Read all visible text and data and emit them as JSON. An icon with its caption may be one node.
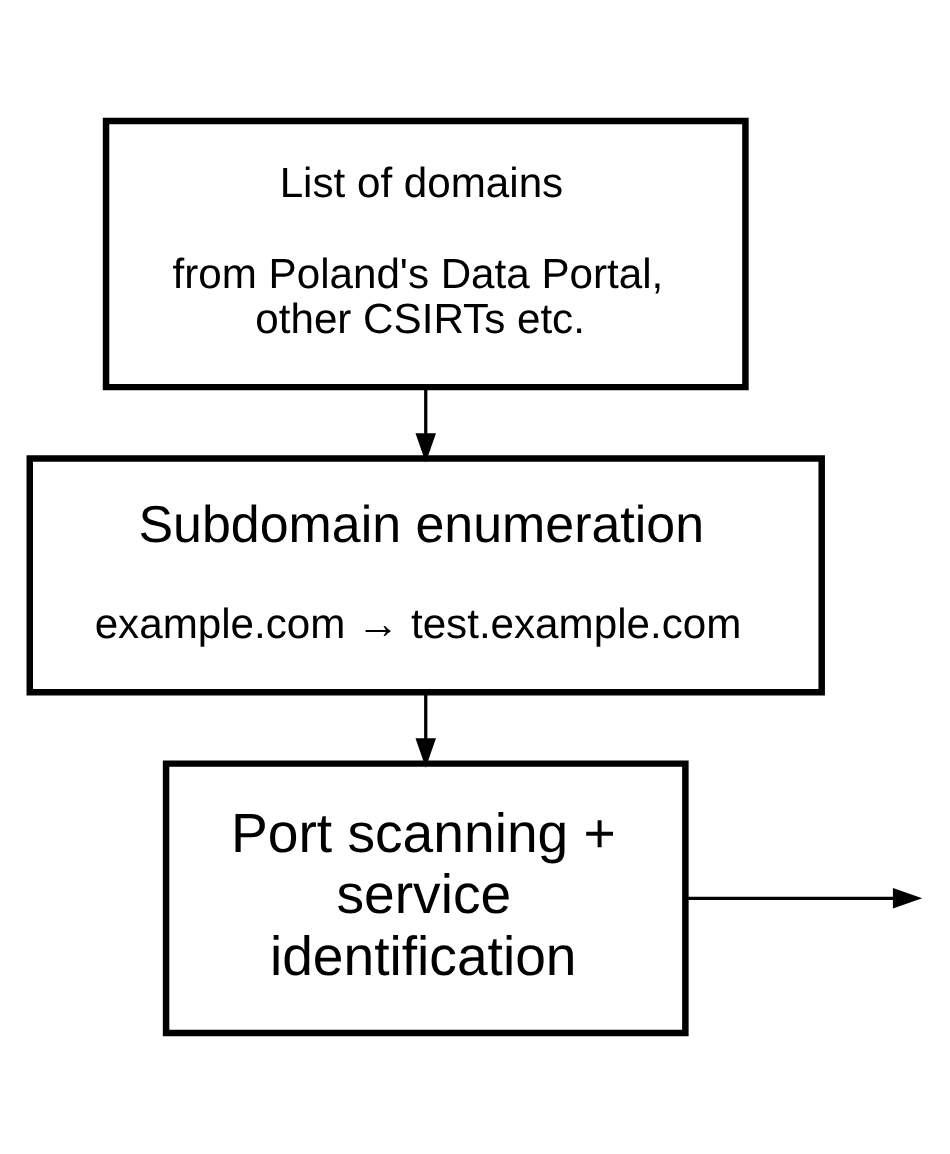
{
  "diagram": {
    "nodes": [
      {
        "text": [
          "List of domains",
          "from Poland's Data Portal, other CSIRTs etc."
        ]
      },
      {
        "text": [
          "Subdomain enumeration",
          "example.com → test.example.com"
        ]
      },
      {
        "text": [
          "Port scanning + service identification"
        ]
      }
    ],
    "edges": [
      {
        "from": 0,
        "to": 1,
        "arrow": "to"
      },
      {
        "from": 1,
        "to": 2,
        "arrow": "to"
      },
      {
        "from": 2,
        "to": null,
        "arrow": "to"
      }
    ]
  }
}
